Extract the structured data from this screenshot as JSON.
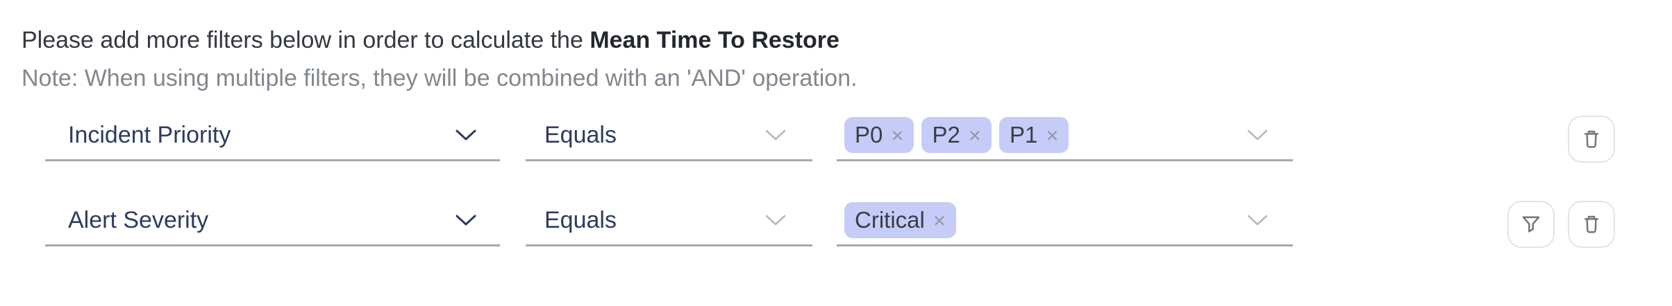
{
  "header": {
    "intro": "Please add more filters below in order to calculate the ",
    "metric": "Mean Time To Restore",
    "note": "Note: When using multiple filters, they will be combined with an 'AND' operation."
  },
  "filters": {
    "remove_glyph": "×",
    "rows": [
      {
        "field": "Incident Priority",
        "operator": "Equals",
        "values": [
          "P0",
          "P2",
          "P1"
        ],
        "actions": [
          "delete"
        ]
      },
      {
        "field": "Alert Severity",
        "operator": "Equals",
        "values": [
          "Critical"
        ],
        "actions": [
          "filter",
          "delete"
        ]
      }
    ]
  },
  "colors": {
    "chip_background": "#c6ccf8",
    "field_text": "#2d3b5e",
    "underline": "#a6a8ab",
    "note_text": "#82878f"
  }
}
